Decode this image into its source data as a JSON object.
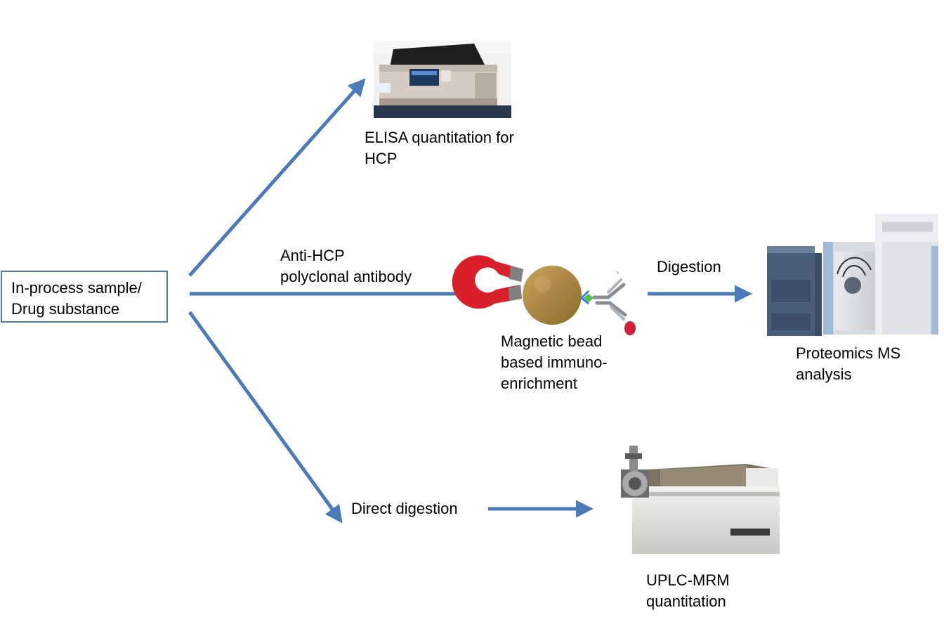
{
  "sample": {
    "line1": "In-process sample/",
    "line2": "Drug substance"
  },
  "elisa": {
    "line1": "ELISA quantitation for",
    "line2": "HCP"
  },
  "antibody": {
    "line1": "Anti-HCP",
    "line2": "polyclonal antibody"
  },
  "bead": {
    "line1": "Magnetic bead",
    "line2": "based immuno-",
    "line3": "enrichment"
  },
  "digestion": "Digestion",
  "proteomics": {
    "line1": "Proteomics MS",
    "line2": "analysis"
  },
  "direct": "Direct digestion",
  "uplc": {
    "line1": "UPLC-MRM",
    "line2": "quantitation"
  },
  "colors": {
    "arrow": "#4a7ab8",
    "box_border": "#4a7ab8",
    "magnet": "#d9202a",
    "bead": "#a8823a",
    "antibody": "#8a8f96",
    "antibody_tip": "#d41f3c",
    "antigen": "#4cc24f"
  }
}
